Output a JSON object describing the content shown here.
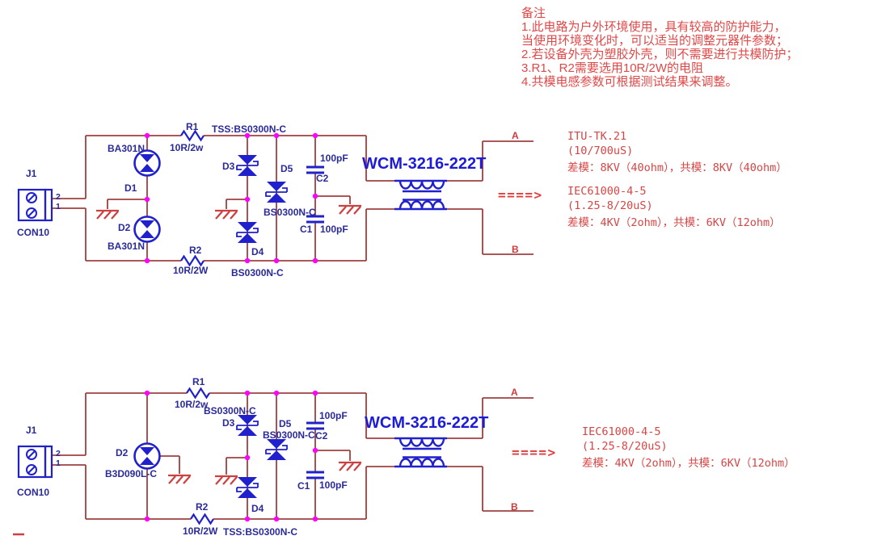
{
  "notes": {
    "header": "备注",
    "lines": [
      "1.此电路为户外环境使用，具有较高的防护能力，",
      "当使用环境变化时，可以适当的调整元器件参数；",
      "2.若设备外壳为塑胶外壳，则不需要进行共模防护；",
      "3.R1、R2需要选用10R/2W的电阻",
      "4.共模电感参数可根据测试结果来调整。"
    ]
  },
  "circuit1": {
    "connector": {
      "ref": "J1",
      "type": "CON10",
      "pin_top": "2",
      "pin_bottom": "1"
    },
    "d1": "D1",
    "d1_part": "BA301N",
    "d2": "D2",
    "d2_part": "BA301N",
    "r1": "R1",
    "r1_value": "10R/2w",
    "r2": "R2",
    "r2_value": "10R/2W",
    "tss_top_label": "TSS:BS0300N-C",
    "d3": "D3",
    "d4": "D4",
    "d4_part": "BS0300N-C",
    "d5": "D5",
    "d5_part": "BS0300N-C",
    "c2": "C2",
    "c2_value": "100pF",
    "c1": "C1",
    "c1_value": "100pF",
    "choke_part": "WCM-3216-222T",
    "port_a": "A",
    "port_b": "B",
    "arrow": "====>",
    "annotation_itu": {
      "standard": "ITU-TK.21",
      "pulse": "(10/700uS)",
      "levels": "差模：8KV（40ohm），共模：8KV（40ohm）"
    },
    "annotation_iec": {
      "standard": "IEC61000-4-5",
      "pulse": "(1.25-8/20uS)",
      "levels": "差模：4KV（2ohm），共模：6KV（12ohm）"
    }
  },
  "circuit2": {
    "connector": {
      "ref": "J1",
      "type": "CON10",
      "pin_top": "2",
      "pin_bottom": "1"
    },
    "d2": "D2",
    "d2_part": "B3D090L-C",
    "r1": "R1",
    "r1_value": "10R/2w",
    "r2": "R2",
    "r2_value": "10R/2W",
    "tss_top_label": "BS0300N-C",
    "tss_bottom_label": "TSS:BS0300N-C",
    "d3": "D3",
    "d4": "D4",
    "d5": "D5",
    "d5_part": "BS0300N-C",
    "c2": "C2",
    "c2_value": "100pF",
    "c1": "C1",
    "c1_value": "100pF",
    "choke_part": "WCM-3216-222T",
    "port_a": "A",
    "port_b": "B",
    "arrow": "====>",
    "annotation_iec": {
      "standard": "IEC61000-4-5",
      "pulse": "(1.25-8/20uS)",
      "levels": "差模：4KV（2ohm），共模：6KV（12ohm）"
    }
  },
  "colors": {
    "wire": "#9e4040",
    "symbol_blue": "#2020cc",
    "label_navy": "#2a2a9a",
    "junction_dot": "#ff00ff",
    "annotation_red": "#d84545",
    "ground_red": "#cc4040",
    "choke_label_blue": "#1c1cd8"
  }
}
